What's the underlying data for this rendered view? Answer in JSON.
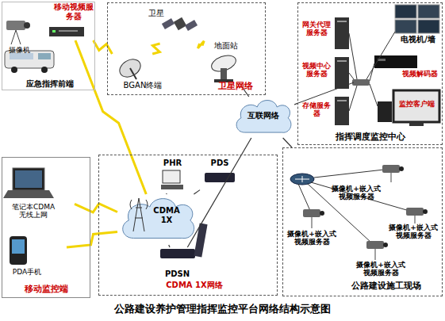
{
  "diagram": {
    "caption": "公路建设养护管理指挥监控平台网络结构示意图",
    "nodes": [
      {
        "text": [
          "应急指挥前端"
        ]
      },
      {
        "text": [
          "移动视频服务器"
        ],
        "in": 0
      },
      {
        "text": [
          "摄像机"
        ],
        "in": 0
      },
      {
        "text": [
          "卫星网络"
        ]
      },
      {
        "text": [
          "卫星"
        ],
        "in": 3
      },
      {
        "text": [
          "BGAN终端"
        ],
        "in": 3
      },
      {
        "text": [
          "地面站"
        ],
        "in": 3
      },
      {
        "text": [
          "互联网络"
        ]
      },
      {
        "text": [
          "指挥调度监控中心"
        ]
      },
      {
        "text": [
          "网关代理服务器"
        ],
        "in": 8
      },
      {
        "text": [
          "视频中心服务器"
        ],
        "in": 8
      },
      {
        "text": [
          "存储服务器"
        ],
        "in": 8
      },
      {
        "text": [
          "电视机/墙"
        ],
        "in": 8
      },
      {
        "text": [
          "视频解码器"
        ],
        "in": 8
      },
      {
        "text": [
          "监控客户端"
        ],
        "in": 8
      },
      {
        "text": [
          "移动监控端"
        ]
      },
      {
        "text": [
          "笔记本CDMA无线上网"
        ],
        "in": 15
      },
      {
        "text": [
          "PDA手机"
        ],
        "in": 15
      },
      {
        "text": [
          "CDMA 1X网络"
        ]
      },
      {
        "text": [
          "CDMA 1X"
        ],
        "in": 18
      },
      {
        "text": [
          "PHR"
        ],
        "in": 18
      },
      {
        "text": [
          "PDS"
        ],
        "in": 18
      },
      {
        "text": [
          "PDSN"
        ],
        "in": 18
      },
      {
        "text": [
          "公路建设施工现场"
        ]
      },
      {
        "text": [
          "摄像机+嵌入式视频服务器"
        ],
        "in": 23
      },
      {
        "text": [
          "摄像机+嵌入式视频服务器"
        ],
        "in": 23
      },
      {
        "text": [
          "摄像机+嵌入式视频服务器"
        ],
        "in": 23
      },
      {
        "text": [
          "摄像机+嵌入式视频服务器"
        ],
        "in": 23
      }
    ],
    "edges": [
      {
        "from": 1,
        "to": 5,
        "arrow": "none"
      },
      {
        "from": 5,
        "to": 4,
        "arrow": "none"
      },
      {
        "from": 4,
        "to": 6,
        "arrow": "none"
      },
      {
        "from": 6,
        "to": 7,
        "arrow": "none"
      },
      {
        "from": 7,
        "to": 8,
        "arrow": "none"
      },
      {
        "from": 1,
        "to": 19,
        "arrow": "none"
      },
      {
        "from": 16,
        "to": 19,
        "arrow": "none"
      },
      {
        "from": 17,
        "to": 19,
        "arrow": "none"
      },
      {
        "from": 19,
        "to": 20,
        "arrow": "none"
      },
      {
        "from": 19,
        "to": 21,
        "arrow": "none"
      },
      {
        "from": 19,
        "to": 22,
        "arrow": "none"
      },
      {
        "from": 22,
        "to": 7,
        "arrow": "none"
      },
      {
        "from": 7,
        "to": 23,
        "arrow": "none"
      }
    ]
  }
}
